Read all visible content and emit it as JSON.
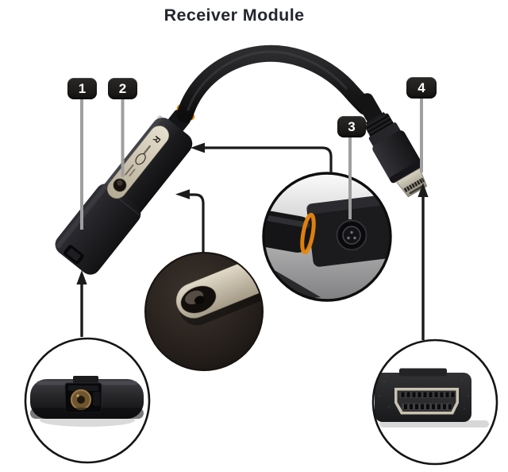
{
  "page": {
    "title": "Receiver Module"
  },
  "callouts": [
    {
      "label": "1"
    },
    {
      "label": "2"
    },
    {
      "label": "3"
    },
    {
      "label": "4"
    }
  ],
  "device": {
    "marking": "R"
  },
  "colors": {
    "title_text": "#23262e",
    "badge_bg": "#1b1918",
    "badge_text": "#ffffff",
    "leader_line": "#9f9f9f",
    "arrow": "#1b1b1b",
    "accent_ring": "#e8860f",
    "label_beige": "#d9d2bf",
    "hdmi_metal": "#c9c2b1"
  }
}
